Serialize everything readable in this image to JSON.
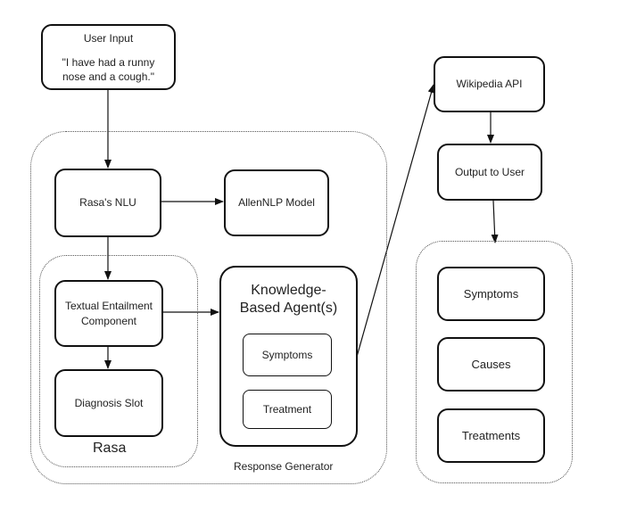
{
  "user_input": {
    "title": "User Input",
    "quote": "\"I have had a runny nose and a cough.\""
  },
  "response_generator": {
    "label": "Response Generator",
    "rasa_nlu": "Rasa's NLU",
    "allennlp_model": "AllenNLP Model",
    "rasa_group": {
      "label": "Rasa",
      "textual_entailment": "Textual Entailment Component",
      "diagnosis_slot": "Diagnosis Slot"
    },
    "knowledge_agent": {
      "title": "Knowledge-Based Agent(s)",
      "items": [
        "Symptoms",
        "Treatment"
      ]
    }
  },
  "wikipedia_api": "Wikipedia API",
  "output_to_user": "Output to User",
  "output_group": {
    "items": [
      "Symptoms",
      "Causes",
      "Treatments"
    ]
  },
  "colors": {
    "stroke": "#111111",
    "dotted": "#555555",
    "background": "#ffffff"
  }
}
